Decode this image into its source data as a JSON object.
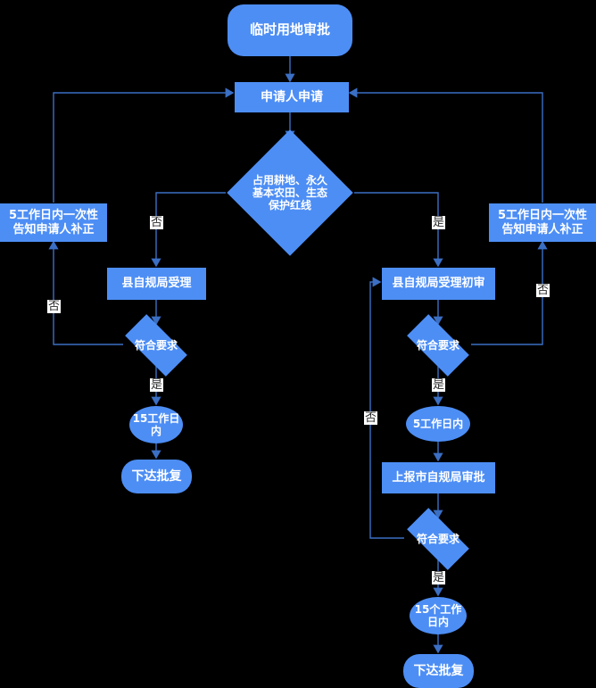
{
  "chart_data": {
    "type": "diagram",
    "title": "临时用地审批",
    "colors": {
      "node_fill": "#4d8ef5",
      "edge_line": "#3b6fc4",
      "text": "#ffffff",
      "background": "#000000",
      "edge_label_bg": "#ffffff"
    },
    "nodes": [
      {
        "id": "start",
        "shape": "stadium",
        "text": "临时用地审批"
      },
      {
        "id": "apply",
        "shape": "rect",
        "text": "申请人申请"
      },
      {
        "id": "decision1",
        "shape": "diamond",
        "text": "占用耕地、永久基本农田、生态保护红线"
      },
      {
        "id": "left_notify",
        "shape": "rect",
        "text": "5工作日内一次性告知申请人补正"
      },
      {
        "id": "right_notify",
        "shape": "rect",
        "text": "5工作日内一次性告知申请人补正"
      },
      {
        "id": "left_accept",
        "shape": "rect",
        "text": "县自规局受理"
      },
      {
        "id": "right_accept",
        "shape": "rect",
        "text": "县自规局受理初审"
      },
      {
        "id": "left_check",
        "shape": "diamond",
        "text": "符合要求"
      },
      {
        "id": "right_check",
        "shape": "diamond",
        "text": "符合要求"
      },
      {
        "id": "left_days",
        "shape": "ellipse",
        "text": "15工作日内"
      },
      {
        "id": "right_days",
        "shape": "ellipse",
        "text": "5工作日内"
      },
      {
        "id": "left_reply",
        "shape": "stadium",
        "text": "下达批复"
      },
      {
        "id": "report_city",
        "shape": "rect",
        "text": "上报市自规局审批"
      },
      {
        "id": "city_check",
        "shape": "diamond",
        "text": "符合要求"
      },
      {
        "id": "city_days",
        "shape": "ellipse",
        "text": "15个工作日内"
      },
      {
        "id": "city_reply",
        "shape": "stadium",
        "text": "下达批复"
      }
    ],
    "edges": [
      {
        "from": "start",
        "to": "apply",
        "label": ""
      },
      {
        "from": "apply",
        "to": "decision1",
        "label": ""
      },
      {
        "from": "decision1",
        "to": "left_accept",
        "label": "否"
      },
      {
        "from": "decision1",
        "to": "right_accept",
        "label": "是"
      },
      {
        "from": "left_accept",
        "to": "left_check",
        "label": ""
      },
      {
        "from": "left_check",
        "to": "left_notify",
        "label": "否"
      },
      {
        "from": "left_check",
        "to": "left_days",
        "label": "是"
      },
      {
        "from": "left_notify",
        "to": "apply",
        "label": ""
      },
      {
        "from": "left_days",
        "to": "left_reply",
        "label": ""
      },
      {
        "from": "right_accept",
        "to": "right_check",
        "label": ""
      },
      {
        "from": "right_check",
        "to": "right_notify",
        "label": "否"
      },
      {
        "from": "right_check",
        "to": "right_days",
        "label": "是"
      },
      {
        "from": "right_notify",
        "to": "apply",
        "label": ""
      },
      {
        "from": "right_days",
        "to": "report_city",
        "label": ""
      },
      {
        "from": "report_city",
        "to": "city_check",
        "label": ""
      },
      {
        "from": "city_check",
        "to": "right_accept",
        "label": "否"
      },
      {
        "from": "city_check",
        "to": "city_days",
        "label": "是"
      },
      {
        "from": "city_days",
        "to": "city_reply",
        "label": ""
      }
    ]
  },
  "nodes": {
    "start": {
      "text": "临时用地审批"
    },
    "apply": {
      "text": "申请人申请"
    },
    "decision1": {
      "line1": "占用耕地、永久",
      "line2": "基本农田、生态",
      "line3": "保护红线"
    },
    "left_notify": {
      "line1": "5工作日内一次性",
      "line2": "告知申请人补正"
    },
    "right_notify": {
      "line1": "5工作日内一次性",
      "line2": "告知申请人补正"
    },
    "left_accept": {
      "text": "县自规局受理"
    },
    "right_accept": {
      "text": "县自规局受理初审"
    },
    "left_check": {
      "text": "符合要求"
    },
    "right_check": {
      "text": "符合要求"
    },
    "city_check": {
      "text": "符合要求"
    },
    "left_days": {
      "line1": "15工作日",
      "line2": "内"
    },
    "right_days": {
      "text": "5工作日内"
    },
    "left_reply": {
      "text": "下达批复"
    },
    "report_city": {
      "text": "上报市自规局审批"
    },
    "city_days": {
      "line1": "15个工作",
      "line2": "日内"
    },
    "city_reply": {
      "text": "下达批复"
    }
  },
  "edge_labels": {
    "d1_no": "否",
    "d1_yes": "是",
    "left_check_no": "否",
    "left_check_yes": "是",
    "right_check_no": "否",
    "right_check_yes": "是",
    "city_check_no": "否",
    "city_check_yes": "是"
  }
}
